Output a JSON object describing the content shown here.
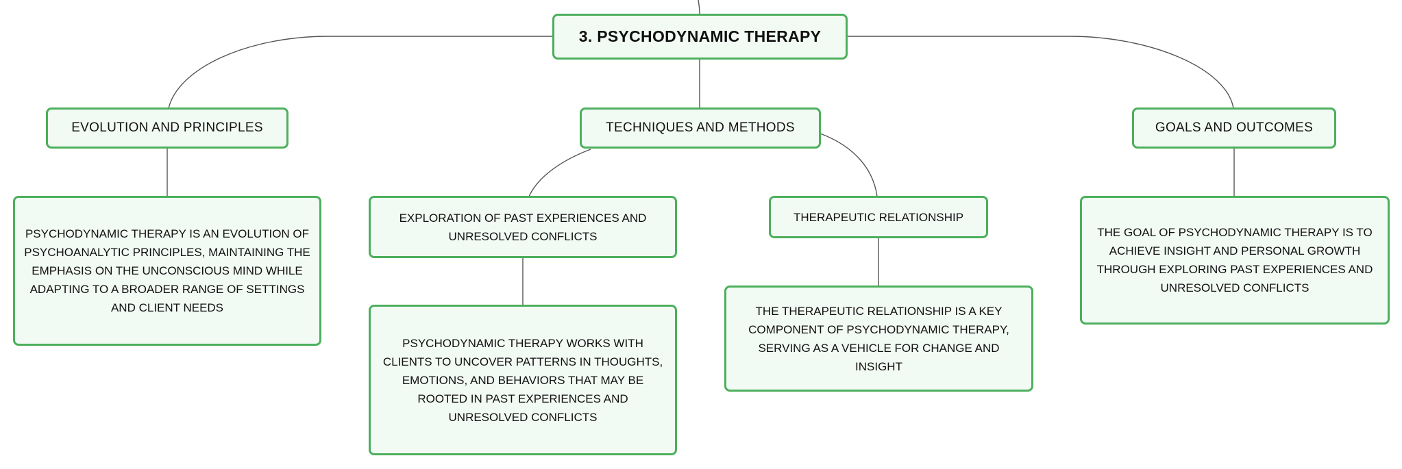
{
  "mindmap": {
    "root": {
      "label": "3. PSYCHODYNAMIC THERAPY"
    },
    "branches": [
      {
        "label": "EVOLUTION AND PRINCIPLES",
        "detail": "PSYCHODYNAMIC THERAPY IS AN EVOLUTION OF PSYCHOANALYTIC PRINCIPLES, MAINTAINING THE EMPHASIS ON THE UNCONSCIOUS MIND WHILE ADAPTING TO A BROADER RANGE OF SETTINGS AND CLIENT NEEDS"
      },
      {
        "label": "TECHNIQUES AND METHODS",
        "children": [
          {
            "label": "EXPLORATION OF PAST EXPERIENCES AND UNRESOLVED CONFLICTS",
            "detail": "PSYCHODYNAMIC THERAPY WORKS WITH CLIENTS TO UNCOVER PATTERNS IN THOUGHTS, EMOTIONS, AND BEHAVIORS THAT MAY BE ROOTED IN PAST EXPERIENCES AND UNRESOLVED CONFLICTS"
          },
          {
            "label": "THERAPEUTIC RELATIONSHIP",
            "detail": "THE THERAPEUTIC RELATIONSHIP IS A KEY COMPONENT OF PSYCHODYNAMIC THERAPY, SERVING AS A VEHICLE FOR CHANGE AND INSIGHT"
          }
        ]
      },
      {
        "label": "GOALS AND OUTCOMES",
        "detail": "THE GOAL OF PSYCHODYNAMIC THERAPY IS TO ACHIEVE INSIGHT AND PERSONAL GROWTH THROUGH EXPLORING PAST EXPERIENCES AND UNRESOLVED CONFLICTS"
      }
    ],
    "colors": {
      "node_border": "#4caf5c",
      "node_fill": "#f2faf4",
      "connector": "#555555",
      "text": "#111111"
    }
  }
}
